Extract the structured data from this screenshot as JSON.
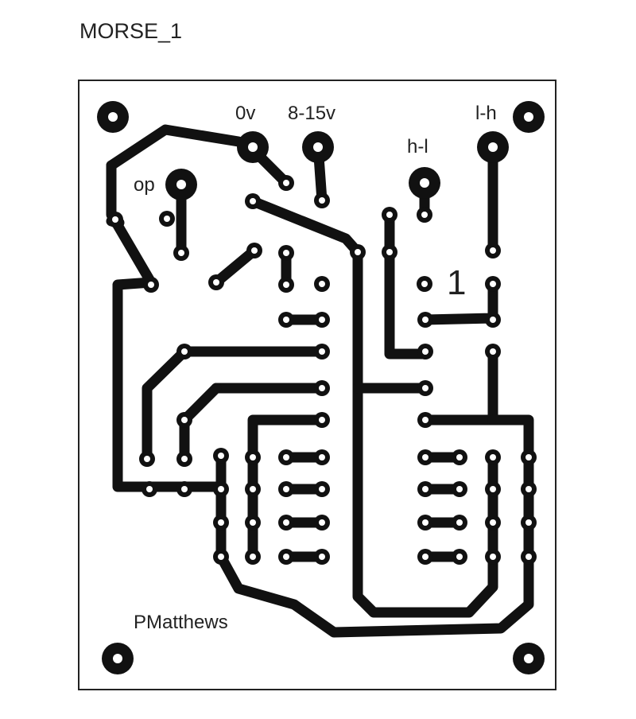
{
  "title": "MORSE_1",
  "labels": {
    "zero_v": "0v",
    "supply": "8-15v",
    "h_l": "h-l",
    "l_h": "l-h",
    "op": "op",
    "pin_one": "1",
    "author": "PMatthews"
  },
  "colors": {
    "copper": "#111111",
    "board_outline": "#222222",
    "background": "#ffffff"
  }
}
